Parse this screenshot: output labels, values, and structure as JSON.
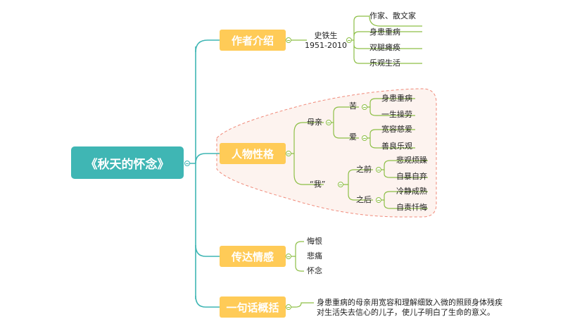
{
  "root": "《秋天的怀念》",
  "branches": {
    "author": {
      "title": "作者介绍",
      "name": "史铁生",
      "years": "1951-2010",
      "items": [
        "作家、散文家",
        "身患重病",
        "双腿瘫痪",
        "乐观生活"
      ]
    },
    "characters": {
      "title": "人物性格",
      "mother": {
        "label": "母亲",
        "ku": {
          "label": "苦",
          "items": [
            "身患重病",
            "一生操劳"
          ]
        },
        "ai": {
          "label": "爱",
          "items": [
            "宽容慈爱",
            "善良乐观"
          ]
        }
      },
      "me": {
        "label": "“我”",
        "before": {
          "label": "之前",
          "items": [
            "悲观烦躁",
            "自暴自弃"
          ]
        },
        "after": {
          "label": "之后",
          "items": [
            "冷静成熟",
            "自责忏悔"
          ]
        }
      }
    },
    "emotions": {
      "title": "传达情感",
      "items": [
        "悔恨",
        "悲痛",
        "怀念"
      ]
    },
    "summary": {
      "title": "一句话概括",
      "lines": [
        "身患重病的母亲用宽容和理解细致入微的照顾身体残疾",
        "对生活失去信心的儿子，使儿子明白了生命的意义。"
      ]
    }
  },
  "colors": {
    "root_fill": "#3fb6b4",
    "branch_fill": "#ffcb57",
    "main_line": "#3fb6b4",
    "sub_line": "#8dbf46",
    "highlight_dash": "#f08a7a",
    "highlight_fill": "#fdf3ef"
  }
}
